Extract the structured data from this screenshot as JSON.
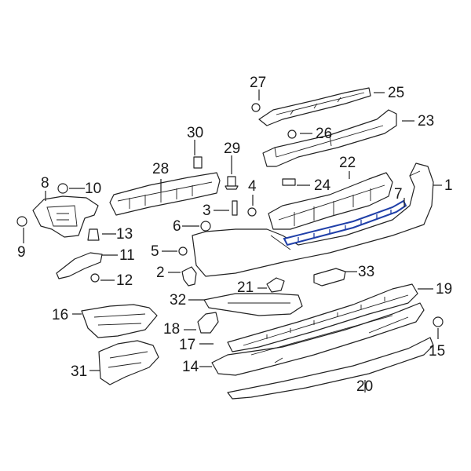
{
  "diagram": {
    "highlight_color": "#1f3fa8",
    "line_color": "#222222",
    "callouts": [
      "1",
      "2",
      "3",
      "4",
      "5",
      "6",
      "7",
      "8",
      "9",
      "10",
      "11",
      "12",
      "13",
      "14",
      "15",
      "16",
      "17",
      "18",
      "19",
      "20",
      "21",
      "22",
      "23",
      "24",
      "25",
      "26",
      "27",
      "28",
      "29",
      "30",
      "31",
      "32",
      "33"
    ]
  }
}
